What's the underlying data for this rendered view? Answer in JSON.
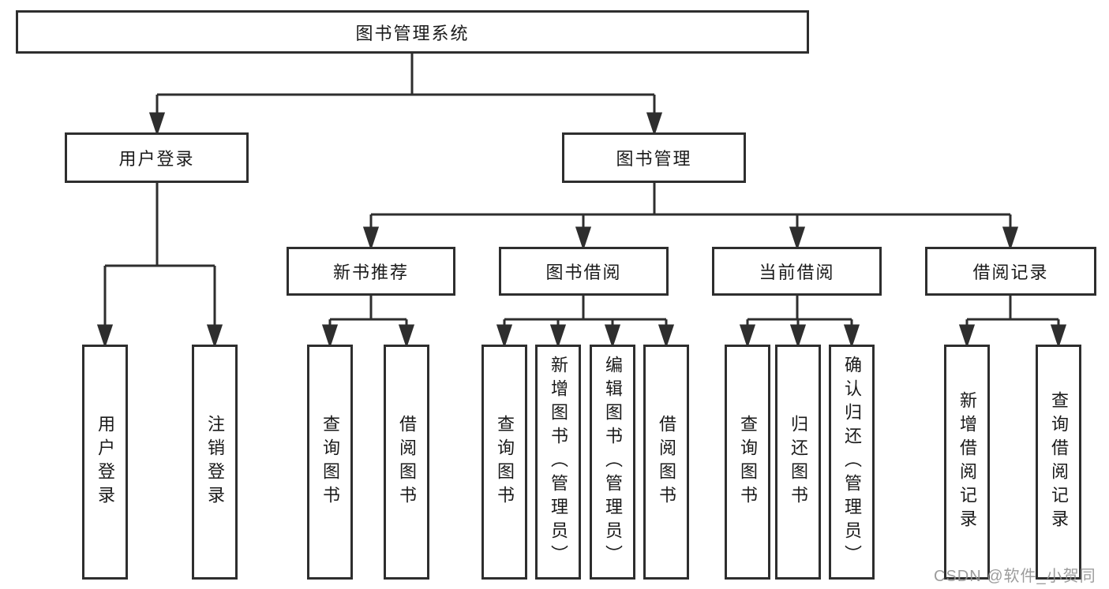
{
  "tree": {
    "root": {
      "label": "图书管理系统"
    },
    "branches": [
      {
        "label": "用户登录",
        "children": [
          {
            "label": "用户登录"
          },
          {
            "label": "注销登录"
          }
        ]
      },
      {
        "label": "图书管理",
        "children": [
          {
            "label": "新书推荐",
            "children": [
              {
                "label": "查询图书"
              },
              {
                "label": "借阅图书"
              }
            ]
          },
          {
            "label": "图书借阅",
            "children": [
              {
                "label": "查询图书"
              },
              {
                "label": "新增图书（管理员）"
              },
              {
                "label": "编辑图书（管理员）"
              },
              {
                "label": "借阅图书"
              }
            ]
          },
          {
            "label": "当前借阅",
            "children": [
              {
                "label": "查询图书"
              },
              {
                "label": "归还图书"
              },
              {
                "label": "确认归还（管理员）"
              }
            ]
          },
          {
            "label": "借阅记录",
            "children": [
              {
                "label": "新增借阅记录"
              },
              {
                "label": "查询借阅记录"
              }
            ]
          }
        ]
      }
    ]
  },
  "watermark": {
    "text": "CSDN @软件_小贺同学"
  },
  "colors": {
    "line": "#2e2e2e",
    "text": "#1a1a1a",
    "background": "#ffffff",
    "watermark": "#919191"
  }
}
